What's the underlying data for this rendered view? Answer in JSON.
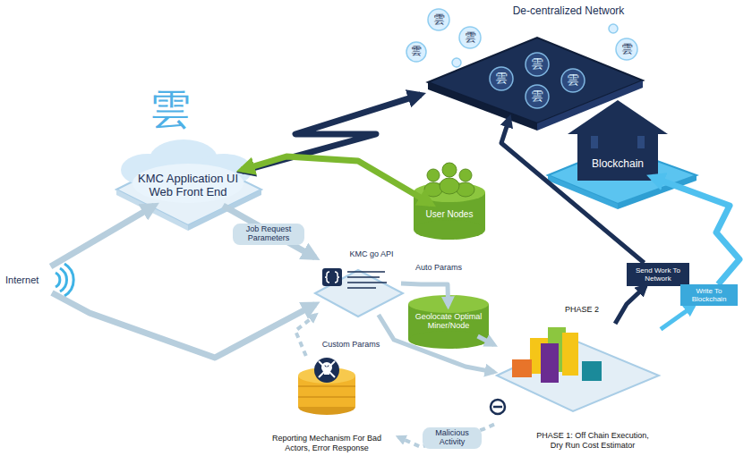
{
  "diagram": {
    "nodes": [
      {
        "text": [
          "KMC Application UI Web Front End"
        ]
      },
      {
        "text": [
          "De-centralized Network"
        ]
      },
      {
        "text": [
          "Blockchain"
        ]
      },
      {
        "text": [
          "User Nodes"
        ]
      },
      {
        "text": [
          "KMC go API"
        ]
      },
      {
        "text": [
          "Geolocate Optimal Miner/Node"
        ]
      },
      {
        "text": [
          "PHASE 1: Off Chain Execution, Dry Run Cost Estimator"
        ]
      },
      {
        "text": [
          "Send Work To Network"
        ]
      },
      {
        "text": [
          "Write To Blockchain"
        ]
      },
      {
        "text": [
          "Reporting Mechanism For Bad Actors, Error Response"
        ]
      },
      {
        "text": [
          "Internet"
        ]
      }
    ],
    "edges": [
      {
        "from": 10,
        "to": 0,
        "arrow": "to"
      },
      {
        "from": 10,
        "to": 4,
        "arrow": "to"
      },
      {
        "from": 0,
        "to": 4,
        "label": "Job Request Parameters",
        "arrow": "to"
      },
      {
        "from": 1,
        "to": 0,
        "arrow": "both"
      },
      {
        "from": 0,
        "to": 3,
        "arrow": "both"
      },
      {
        "from": 4,
        "to": 5,
        "label": "Auto Params",
        "arrow": "to"
      },
      {
        "from": 4,
        "to": 6,
        "label": "Custom Params",
        "arrow": "to"
      },
      {
        "from": 5,
        "to": 6,
        "arrow": "to"
      },
      {
        "from": 6,
        "to": 7,
        "arrow": "to"
      },
      {
        "from": 7,
        "to": 1,
        "arrow": "to"
      },
      {
        "from": 6,
        "to": 8,
        "arrow": "to"
      },
      {
        "from": 8,
        "to": 2,
        "arrow": "to"
      },
      {
        "from": 6,
        "to": 9,
        "label": "Malicious Activity",
        "arrow": "to"
      },
      {
        "from": 9,
        "to": 4,
        "arrow": "to"
      }
    ],
    "labels": [
      "PHASE 2",
      "雲",
      "雲",
      "雲",
      "雲",
      "雲",
      "雲",
      "雲",
      "雲",
      "雲"
    ]
  }
}
